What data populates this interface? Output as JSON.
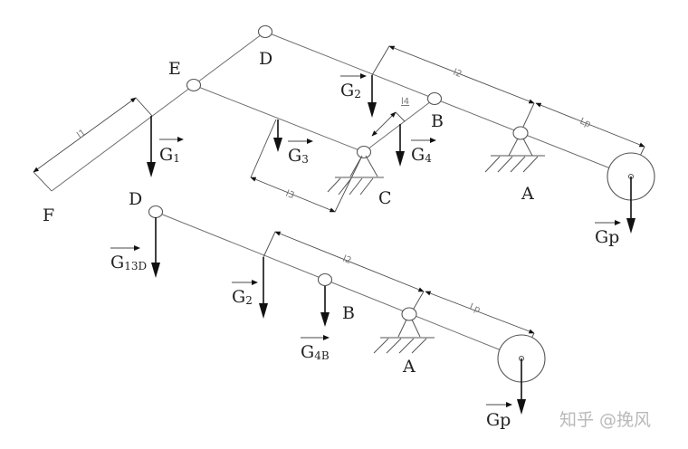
{
  "diagram": {
    "top": {
      "point_labels": {
        "E": "E",
        "D": "D",
        "B": "B",
        "C": "C",
        "A": "A",
        "F": "F"
      },
      "forces": {
        "G1": "G",
        "G1_sub": "1",
        "G2": "G",
        "G2_sub": "2",
        "G3": "G",
        "G3_sub": "3",
        "G4": "G",
        "G4_sub": "4",
        "Gp": "Gp"
      },
      "dimensions": {
        "l1": "l1",
        "l2": "l2",
        "l3": "l3",
        "l4": "l4",
        "lp": "Lp"
      }
    },
    "bottom": {
      "point_labels": {
        "D": "D",
        "B": "B",
        "A": "A"
      },
      "forces": {
        "G13D": "G",
        "G13D_sub": "13D",
        "G2": "G",
        "G2_sub": "2",
        "G4B": "G",
        "G4B_sub": "4B",
        "Gp": "Gp"
      },
      "dimensions": {
        "l2": "l2",
        "lp": "Lp"
      }
    }
  },
  "watermark": "知乎 @挽风"
}
